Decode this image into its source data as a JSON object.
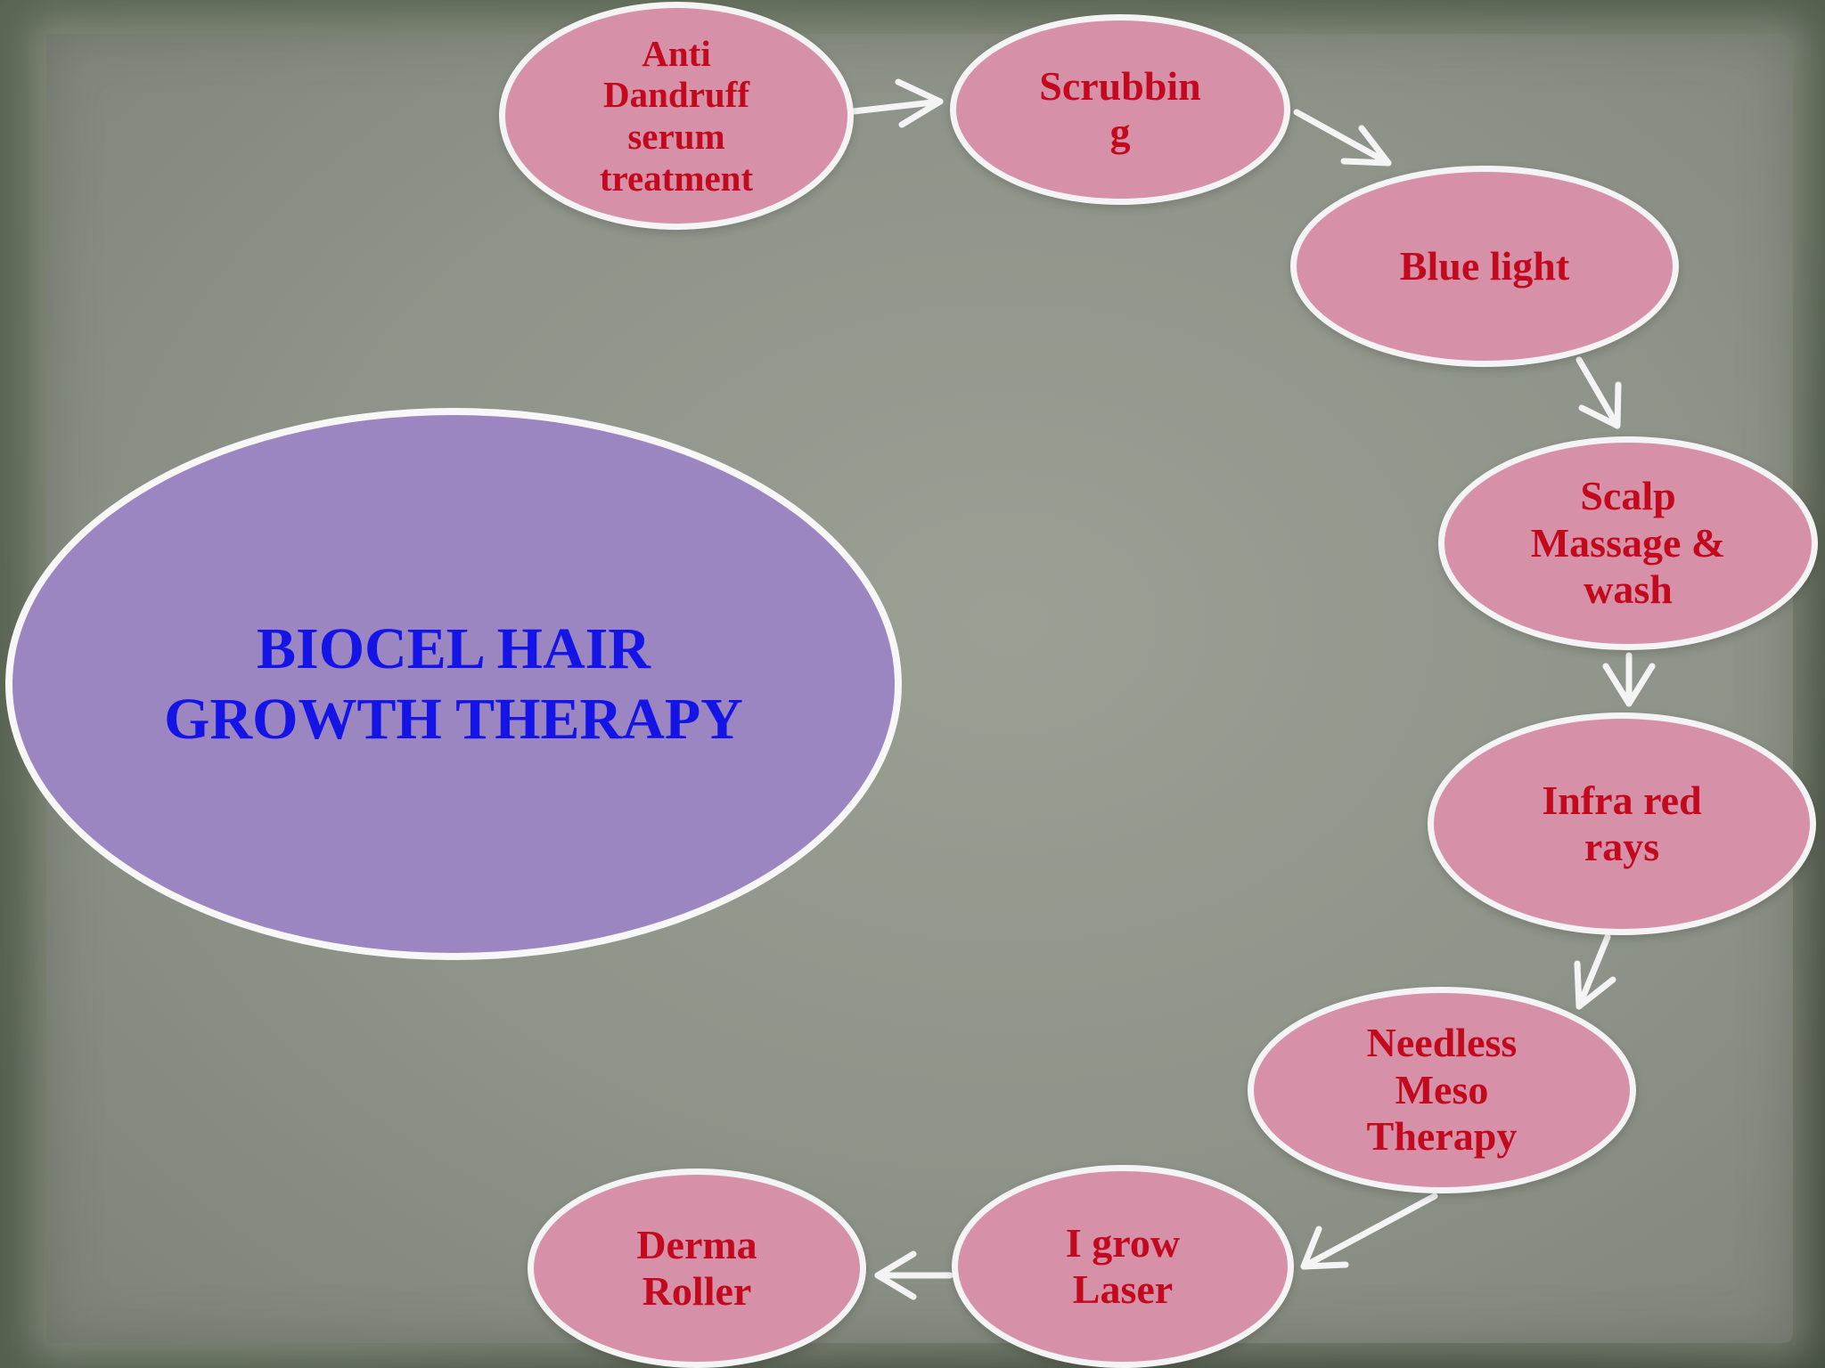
{
  "hub": {
    "label": "BIOCEL HAIR\nGROWTH THERAPY"
  },
  "steps": [
    {
      "label": "Anti\nDandruff\nserum\ntreatment"
    },
    {
      "label": "Scrubbin\ng"
    },
    {
      "label": "Blue light"
    },
    {
      "label": "Scalp\nMassage &\nwash"
    },
    {
      "label": "Infra red\nrays"
    },
    {
      "label": "Needless\nMeso\nTherapy"
    },
    {
      "label": "I grow\nLaser"
    },
    {
      "label": "Derma\nRoller"
    }
  ],
  "colors": {
    "hub_fill": "#9b86c1",
    "hub_text": "#1414e6",
    "step_fill": "#d691a8",
    "step_text": "#c3091e",
    "arrow": "#f4f4f4"
  }
}
